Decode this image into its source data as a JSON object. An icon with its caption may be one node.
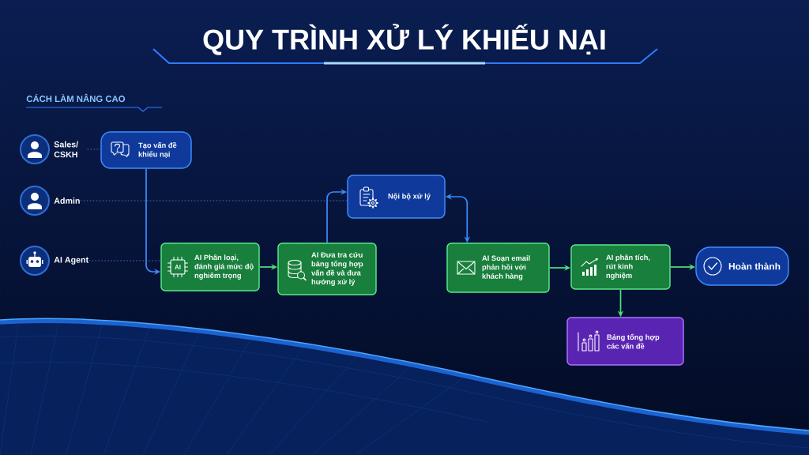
{
  "diagram": {
    "title": "QUY TRÌNH XỬ LÝ KHIẾU NẠI",
    "nodes": [
      {
        "text": [
          "Sales/ CSKH"
        ]
      },
      {
        "text": [
          "Tạo vấn đề khiếu nại"
        ]
      },
      {
        "text": [
          "Admin"
        ]
      },
      {
        "text": [
          "Nội bộ xử lý"
        ]
      },
      {
        "text": [
          "AI Agent"
        ]
      },
      {
        "text": [
          "AI Phân loại, đánh giá mức độ nghiêm trọng"
        ]
      },
      {
        "text": [
          "AI Đưa tra cứu bảng tổng hợp vấn đề và đưa hướng xử lý"
        ]
      },
      {
        "text": [
          "AI Soạn email phản hồi với khách hàng"
        ]
      },
      {
        "text": [
          "AI phân tích, rút kinh nghiệm"
        ]
      },
      {
        "text": [
          "Hoàn thành"
        ]
      },
      {
        "text": [
          "Bảng tổng hợp các vấn đề"
        ]
      }
    ],
    "edges": [
      {
        "from": 0,
        "to": 1,
        "arrow": "none",
        "style": "dashed",
        "color": "#4a6fb0"
      },
      {
        "from": 2,
        "to": 3,
        "arrow": "none",
        "style": "dashed",
        "color": "#4a6fb0"
      },
      {
        "from": 4,
        "to": 5,
        "arrow": "none",
        "style": "dashed",
        "color": "#4a6fb0"
      },
      {
        "from": 1,
        "to": 5,
        "arrow": "to",
        "color": "#3b8cff"
      },
      {
        "from": 5,
        "to": 6,
        "arrow": "to"
      },
      {
        "from": 6,
        "to": 3,
        "arrow": "to",
        "color": "#3b8cff"
      },
      {
        "from": 3,
        "to": 7,
        "arrow": "both",
        "color": "#3b8cff"
      },
      {
        "from": 7,
        "to": 8,
        "arrow": "to"
      },
      {
        "from": 8,
        "to": 9,
        "arrow": "to"
      },
      {
        "from": 8,
        "to": 10,
        "arrow": "to"
      }
    ],
    "labels": [
      "CÁCH LÀM NÂNG CAO",
      "AI"
    ]
  }
}
